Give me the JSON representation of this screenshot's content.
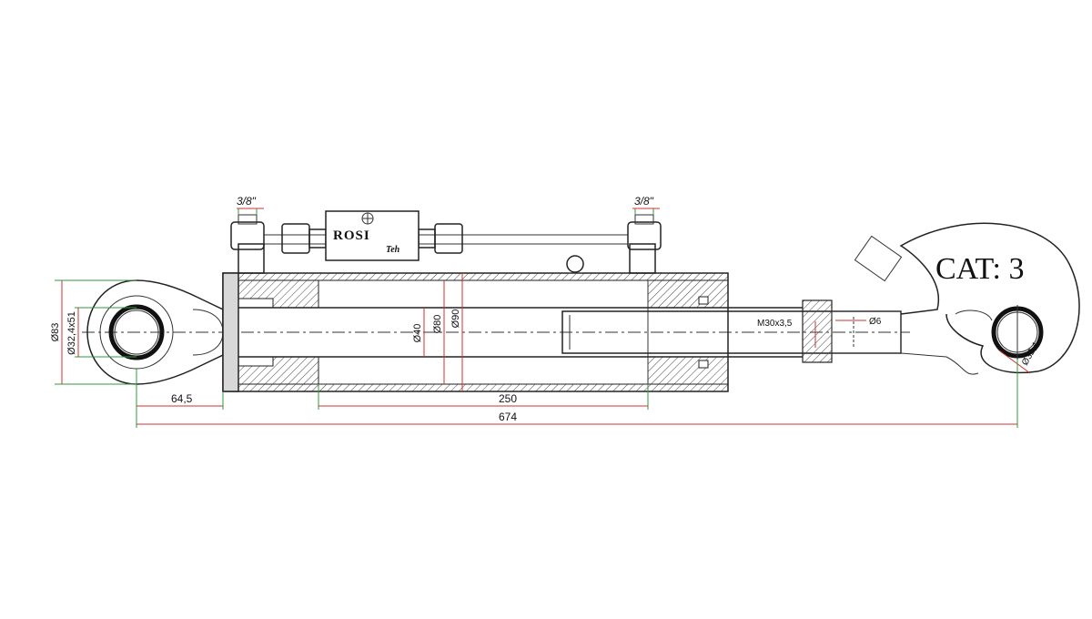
{
  "drawing": {
    "category_label": "CAT: 3",
    "brand": {
      "name": "ROSI",
      "suffix": "Teh"
    },
    "fittings": {
      "left": "3/8\"",
      "right": "3/8\""
    },
    "dimensions": {
      "eye_outer_diameter": "Ø83",
      "eye_bore": "Ø32,4x51",
      "rod_diameter": "Ø40",
      "piston_diameter": "Ø80",
      "barrel_diameter": "Ø90",
      "thread": "M30x3,5",
      "pin_hole": "Ø6",
      "hook_bore": "Ø32,4",
      "eye_offset": "64,5",
      "stroke": "250",
      "overall_length": "674"
    }
  }
}
